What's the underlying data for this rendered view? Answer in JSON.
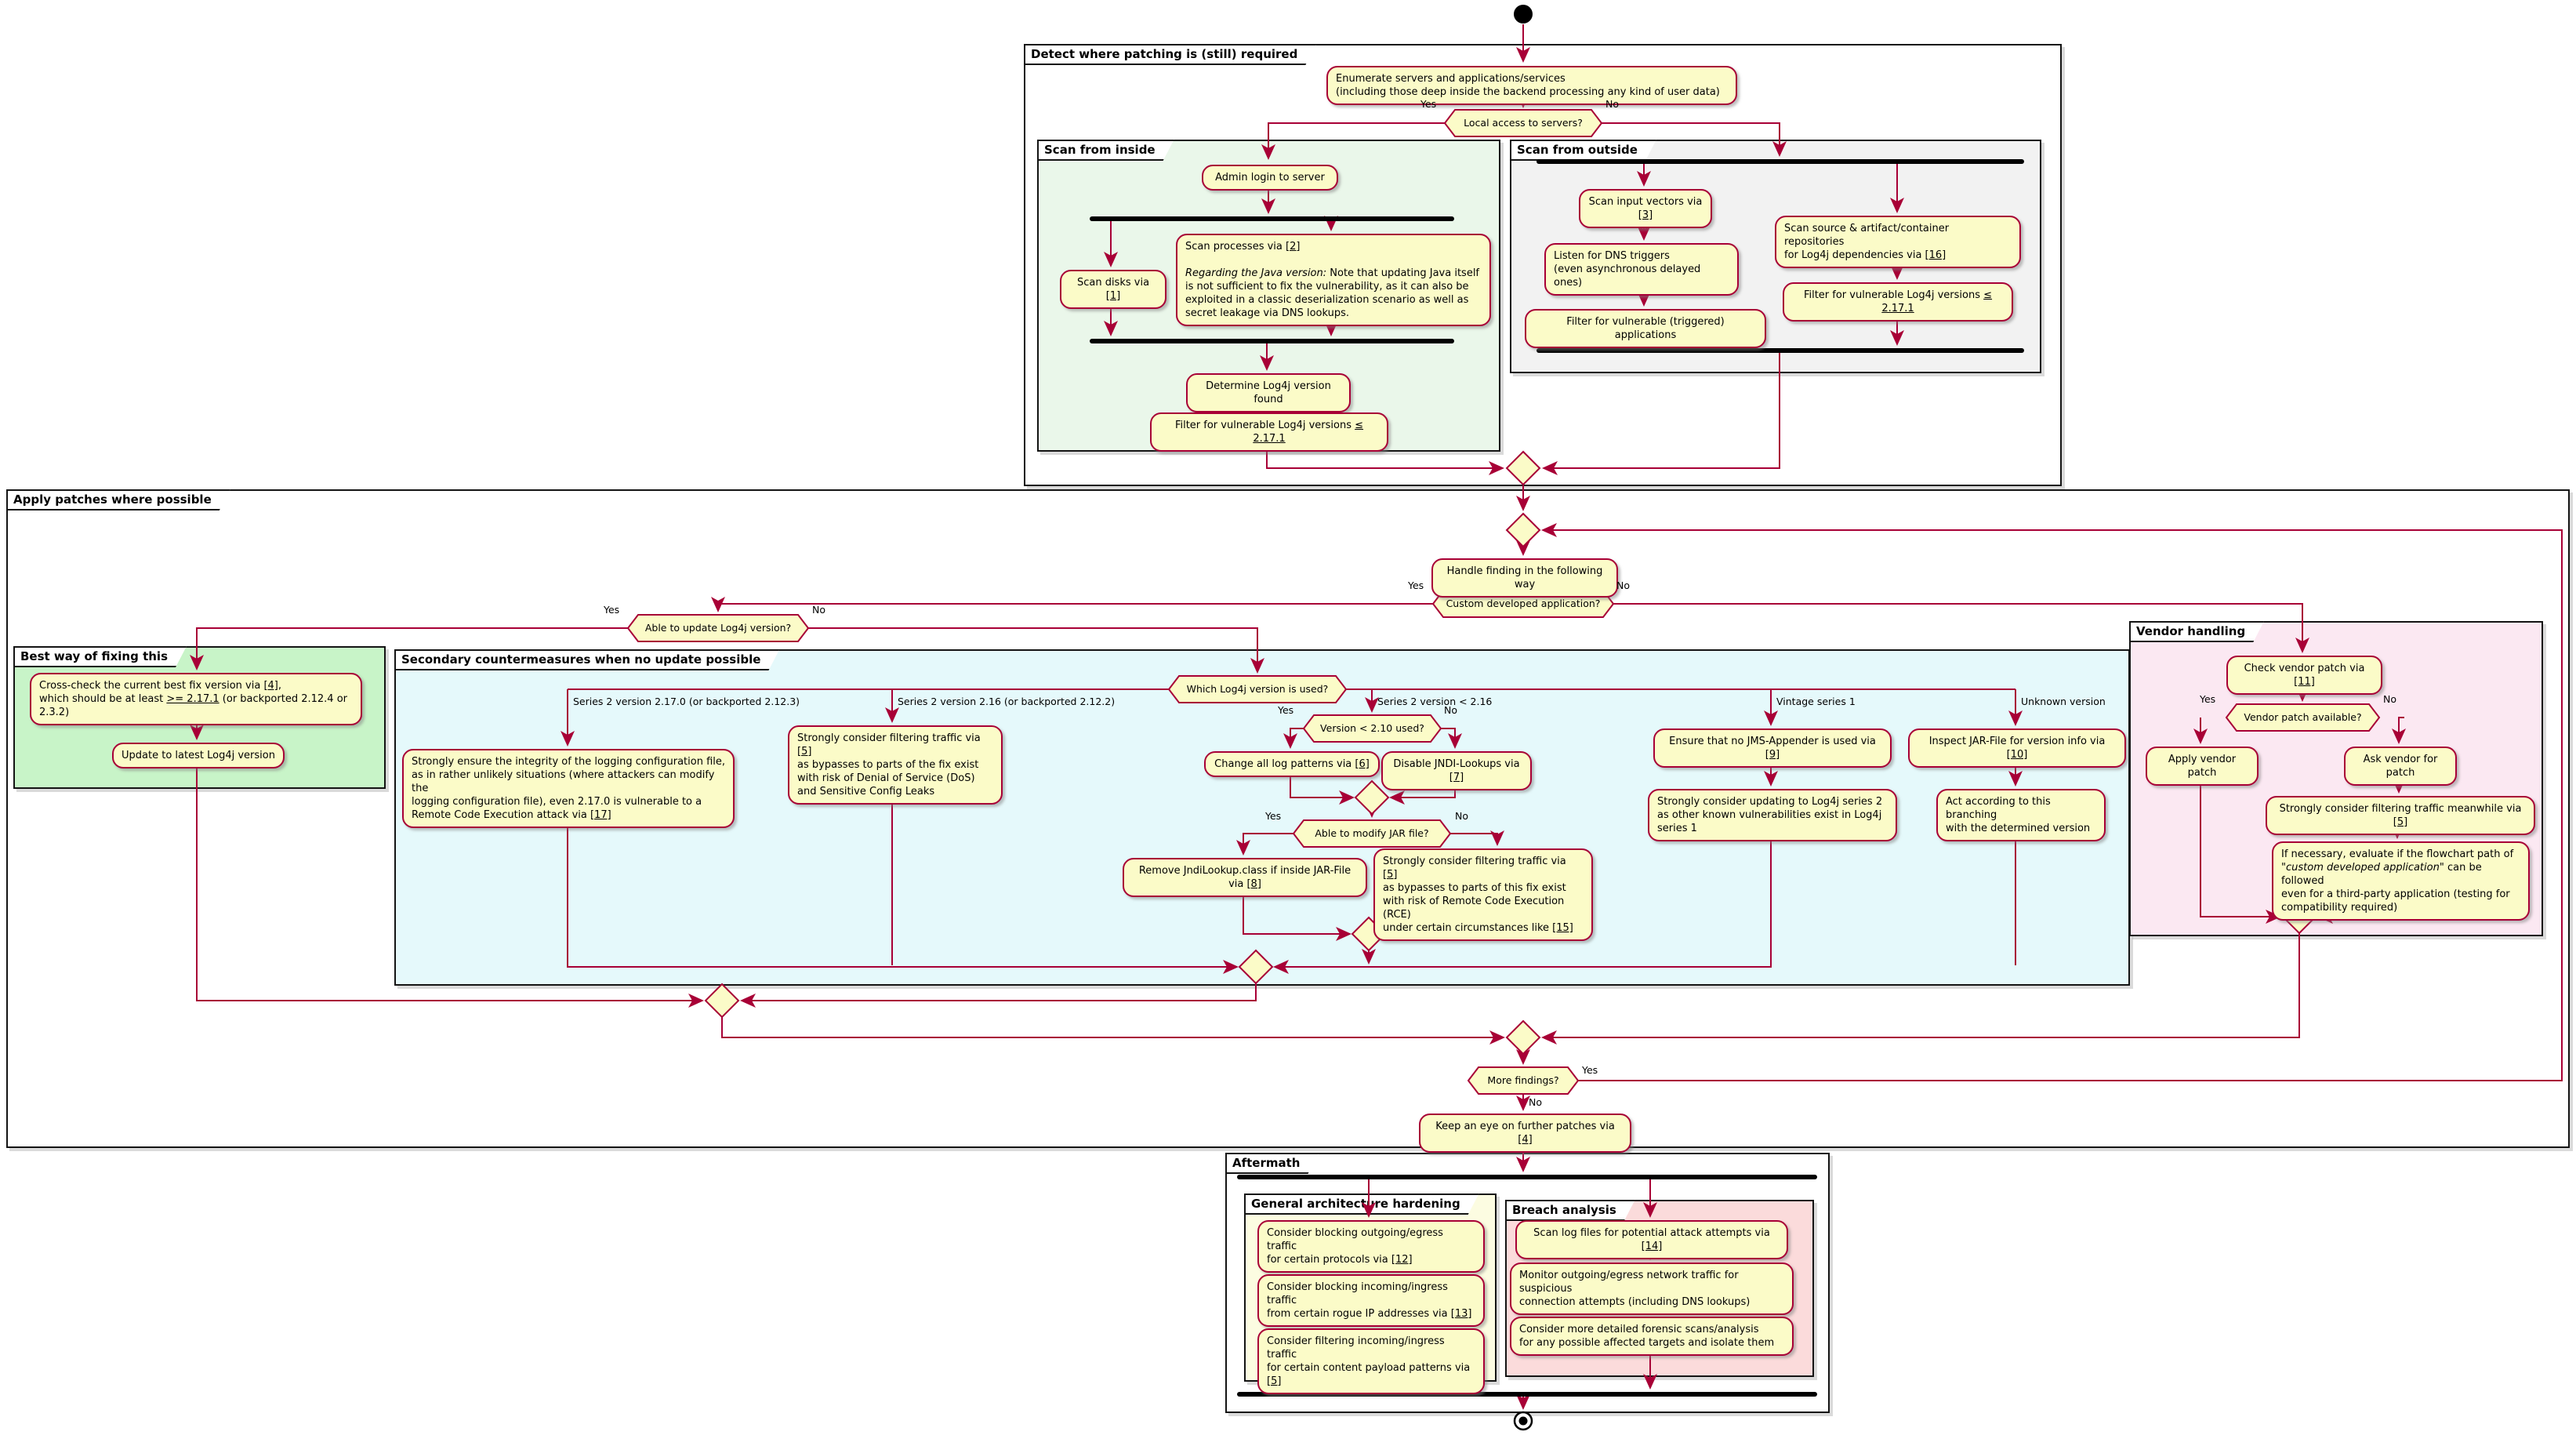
{
  "partitions": {
    "detect": "Detect where patching is (still) required",
    "scan_inside": "Scan from inside",
    "scan_outside": "Scan from outside",
    "apply": "Apply patches where possible",
    "best_way": "Best way of fixing this",
    "secondary": "Secondary countermeasures when no update possible",
    "vendor": "Vendor handling",
    "aftermath": "Aftermath",
    "hardening": "General architecture hardening",
    "breach": "Breach analysis"
  },
  "nodes": {
    "enumerate": "Enumerate servers and applications/services\n(including those deep inside the backend processing any kind of user data)",
    "admin_login": "Admin login to server",
    "scan_disks": "Scan disks via [1]",
    "scan_processes": "Scan processes via [2]\n\n*Regarding the Java version:* Note that updating Java itself\nis not sufficient to fix the vulnerability, as it can also be\nexploited in a classic deserialization scenario as well as\nsecret leakage via DNS lookups.",
    "determine_version": "Determine Log4j version found",
    "filter_inside": "Filter for vulnerable Log4j versions ≤ 2.17.1",
    "scan_input": "Scan input vectors via [3]",
    "listen_dns": "Listen for DNS triggers\n(even asynchronous delayed ones)",
    "filter_triggered": "Filter for vulnerable (triggered) applications",
    "scan_source": "Scan source & artifact/container repositories\nfor Log4j dependencies via [16]",
    "filter_outside": "Filter for vulnerable Log4j versions ≤ 2.17.1",
    "handle_finding": "Handle finding in the following way",
    "cross_check": "Cross-check the current best fix version via [4],\nwhich should be at least >= 2.17.1 (or backported 2.12.4 or 2.3.2)",
    "update_latest": "Update to latest Log4j version",
    "ensure_integrity": "Strongly ensure the integrity of the logging configuration file,\nas in rather unlikely situations (where attackers can modify the\nlogging configuration file), even 2.17.0 is vulnerable to a\nRemote Code Execution attack via [17]",
    "filter_dos": "Strongly consider filtering traffic via [5]\nas bypasses to parts of the fix exist\nwith risk of Denial of Service (DoS)\nand Sensitive Config Leaks",
    "change_patterns": "Change all log patterns via [6]",
    "disable_jndi": "Disable JNDI-Lookups via [7]",
    "remove_jndilookup": "Remove JndiLookup.class if inside JAR-File via [8]",
    "filter_rce": "Strongly consider filtering traffic via [5]\nas bypasses to parts of this fix exist\nwith risk of Remote Code Execution (RCE)\nunder certain circumstances like [15]",
    "ensure_jms": "Ensure that no JMS-Appender is used via [9]",
    "update_series2": "Strongly consider updating to Log4j series 2\nas other known vulnerabilities exist in Log4j series 1",
    "inspect_jar": "Inspect JAR-File for version info via [10]",
    "act_branching": "Act according to this branching\nwith the determined version",
    "check_vendor": "Check vendor patch via [11]",
    "apply_vendor": "Apply vendor patch",
    "ask_vendor": "Ask vendor for patch",
    "filter_meanwhile": "Strongly consider filtering traffic meanwhile via [5]",
    "evaluate_path": "If necessary, evaluate if the flowchart path of\n*\"custom developed application\"* can be followed\neven for a third-party application (testing for\ncompatibility required)",
    "keep_eye": "Keep an eye on further patches via [4]",
    "block_egress": "Consider blocking outgoing/egress traffic\nfor certain protocols via [12]",
    "block_ingress": "Consider blocking incoming/ingress traffic\nfrom certain rogue IP addresses via [13]",
    "filter_ingress": "Consider filtering incoming/ingress traffic\nfor certain content payload patterns via [5]",
    "scan_logs": "Scan log files for potential attack attempts via [14]",
    "monitor_egress": "Monitor outgoing/egress network traffic for suspicious\nconnection attempts (including DNS lookups)",
    "forensic": "Consider more detailed forensic scans/analysis\nfor any possible affected targets and isolate them"
  },
  "decisions": {
    "local_access": "Local access to servers?",
    "custom_app": "Custom developed application?",
    "able_update": "Able to update Log4j version?",
    "which_version": "Which Log4j version is used?",
    "version_210": "Version < 2.10 used?",
    "able_modify": "Able to modify JAR file?",
    "vendor_avail": "Vendor patch available?",
    "more_findings": "More findings?"
  },
  "labels": {
    "yes": "Yes",
    "no": "No",
    "series_2170": "Series 2 version 2.17.0 (or backported 2.12.3)",
    "series_216": "Series 2 version 2.16 (or backported 2.12.2)",
    "series_lt216": "Series 2 version < 2.16",
    "vintage": "Vintage series 1",
    "unknown": "Unknown version"
  },
  "colors": {
    "activity_fill": "#fbfbc8",
    "activity_border": "#a80036",
    "arrow": "#a80036",
    "partition_border": "#141414",
    "inside_bg": "#eaf7ea",
    "outside_bg": "#f2f2f2",
    "best_way_bg": "#c8f4c8",
    "secondary_bg": "#e5f9fb",
    "vendor_bg": "#fbe8f2",
    "hardening_bg": "#fcfce1",
    "breach_bg": "#fbdbdb"
  }
}
